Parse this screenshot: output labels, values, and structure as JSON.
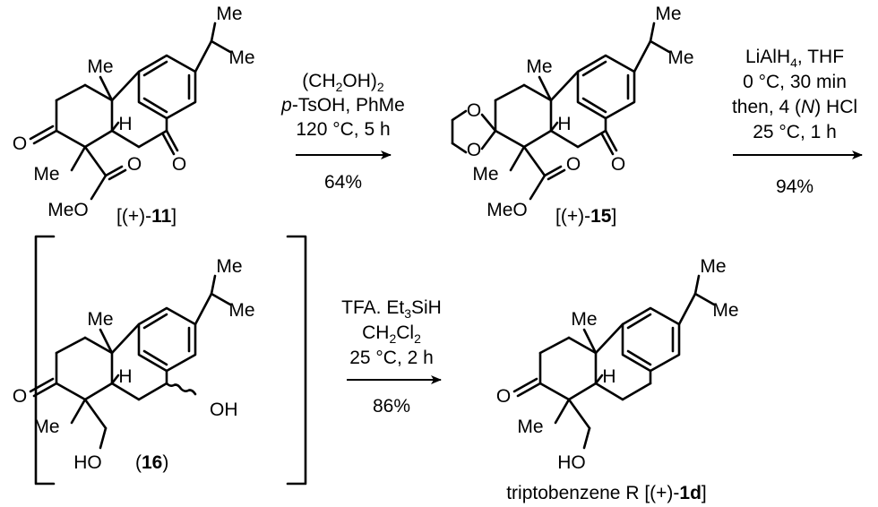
{
  "step1": {
    "reagent_a": "(CH",
    "reagent_a_sub": "2",
    "reagent_a_mid": "OH)",
    "reagent_a_sub2": "2",
    "reagent_b_it": "p",
    "reagent_b": "-TsOH,  PhMe",
    "conditions": "120 °C, 5 h",
    "yield": "64%"
  },
  "step2": {
    "reagent_a": "LiAlH",
    "reagent_a_sub": "4",
    "reagent_a_end": ", THF",
    "conditions_a": "0 °C, 30 min",
    "then_pre": "then, 4 (",
    "then_it": "N",
    "then_post": ") HCl",
    "conditions_b": "25 °C, 1 h",
    "yield": "94%"
  },
  "step3": {
    "reagent_a": "TFA. Et",
    "reagent_a_sub": "3",
    "reagent_a_end": "SiH",
    "solvent": "CH",
    "solvent_sub": "2",
    "solvent_mid": "Cl",
    "solvent_sub2": "2",
    "conditions": "25 °C, 2 h",
    "yield": "86%"
  },
  "compound_11": {
    "pre": "[(+)-",
    "num": "11",
    "post": "]"
  },
  "compound_15": {
    "pre": "[(+)-",
    "num": "15",
    "post": "]"
  },
  "compound_16": {
    "pre": "(",
    "num": "16",
    "post": ")"
  },
  "compound_1d": {
    "pre": "triptobenzene R [(+)-",
    "num": "1d",
    "post": "]"
  },
  "atoms": {
    "me": "Me",
    "o": "O",
    "h": "H",
    "oh": "OH",
    "ho": "HO",
    "meo": "MeO"
  }
}
